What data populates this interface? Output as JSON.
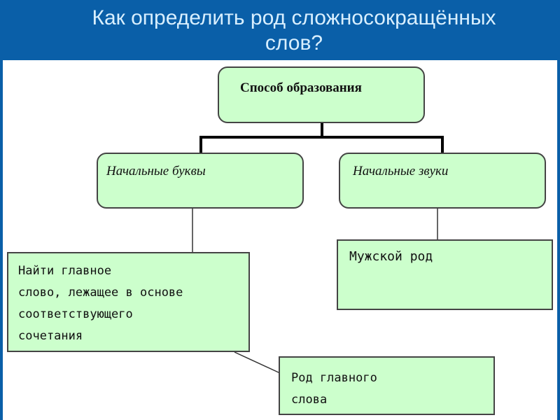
{
  "title_line1": "Как определить род сложносокращённых",
  "title_line2": "слов?",
  "diagram": {
    "root": "Способ образования",
    "left": "Начальные буквы",
    "right": "Начальные звуки",
    "left_child": [
      "Найти главное",
      "слово, лежащее в основе",
      "соответствующего",
      "сочетания"
    ],
    "right_child": "Мужской род",
    "bottom": [
      "Род главного",
      "слова"
    ]
  },
  "colors": {
    "header": "#0a5fa8",
    "box": "#ccffcc"
  }
}
